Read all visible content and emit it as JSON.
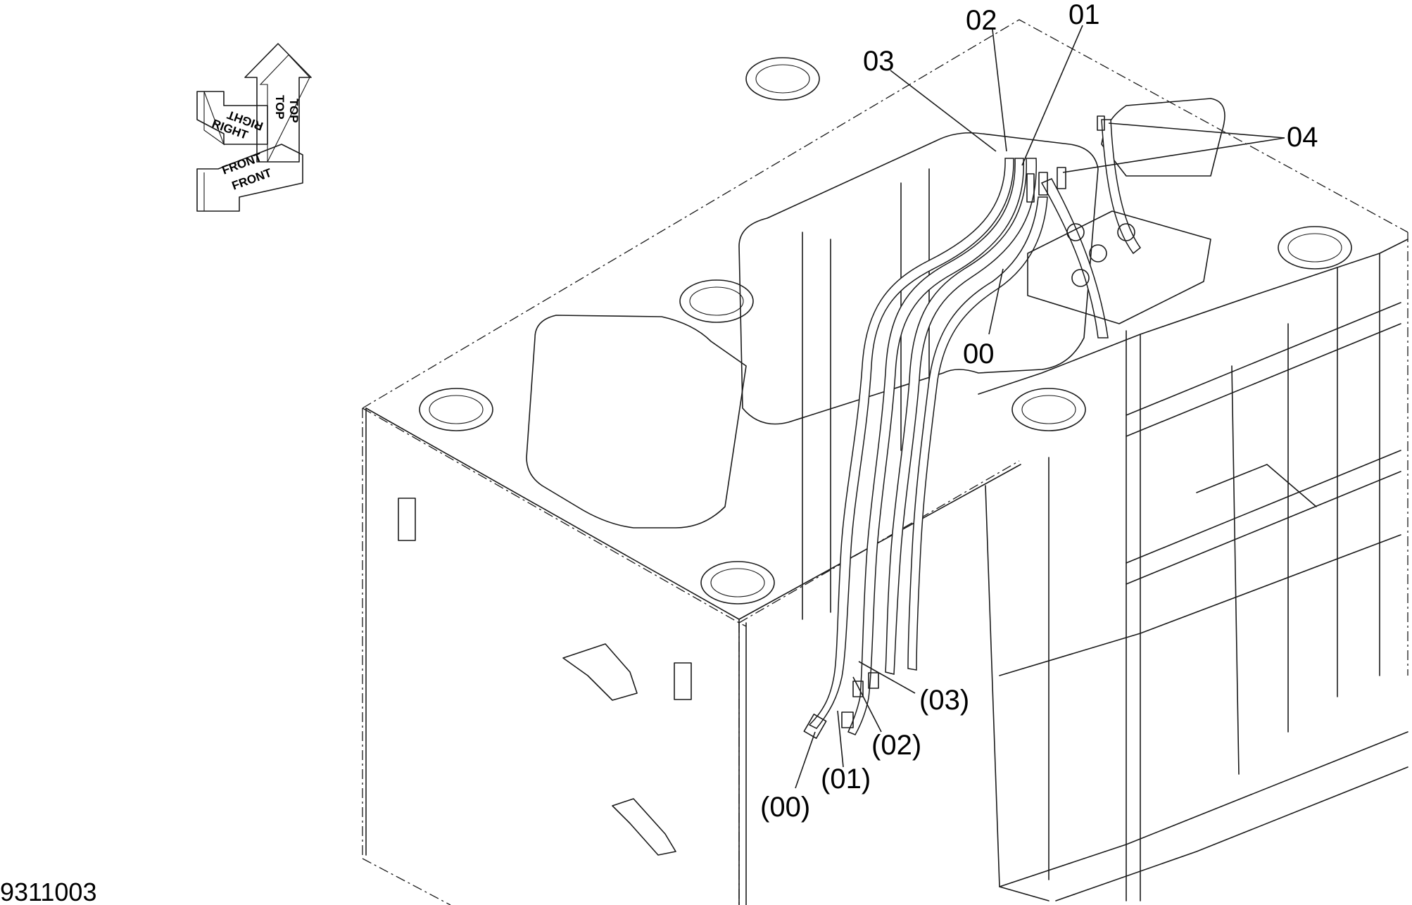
{
  "figure": {
    "number": "9311003"
  },
  "orientation": {
    "top_1": "TOP",
    "top_2": "TOP",
    "right_1": "RIGHT",
    "right_2": "RIGHT",
    "front_1": "FRONT",
    "front_2": "FRONT"
  },
  "callouts": {
    "c03": "03",
    "c02": "02",
    "c01": "01",
    "c04": "04",
    "c00": "00",
    "p03": "(03)",
    "p02": "(02)",
    "p01": "(01)",
    "p00": "(00)"
  }
}
